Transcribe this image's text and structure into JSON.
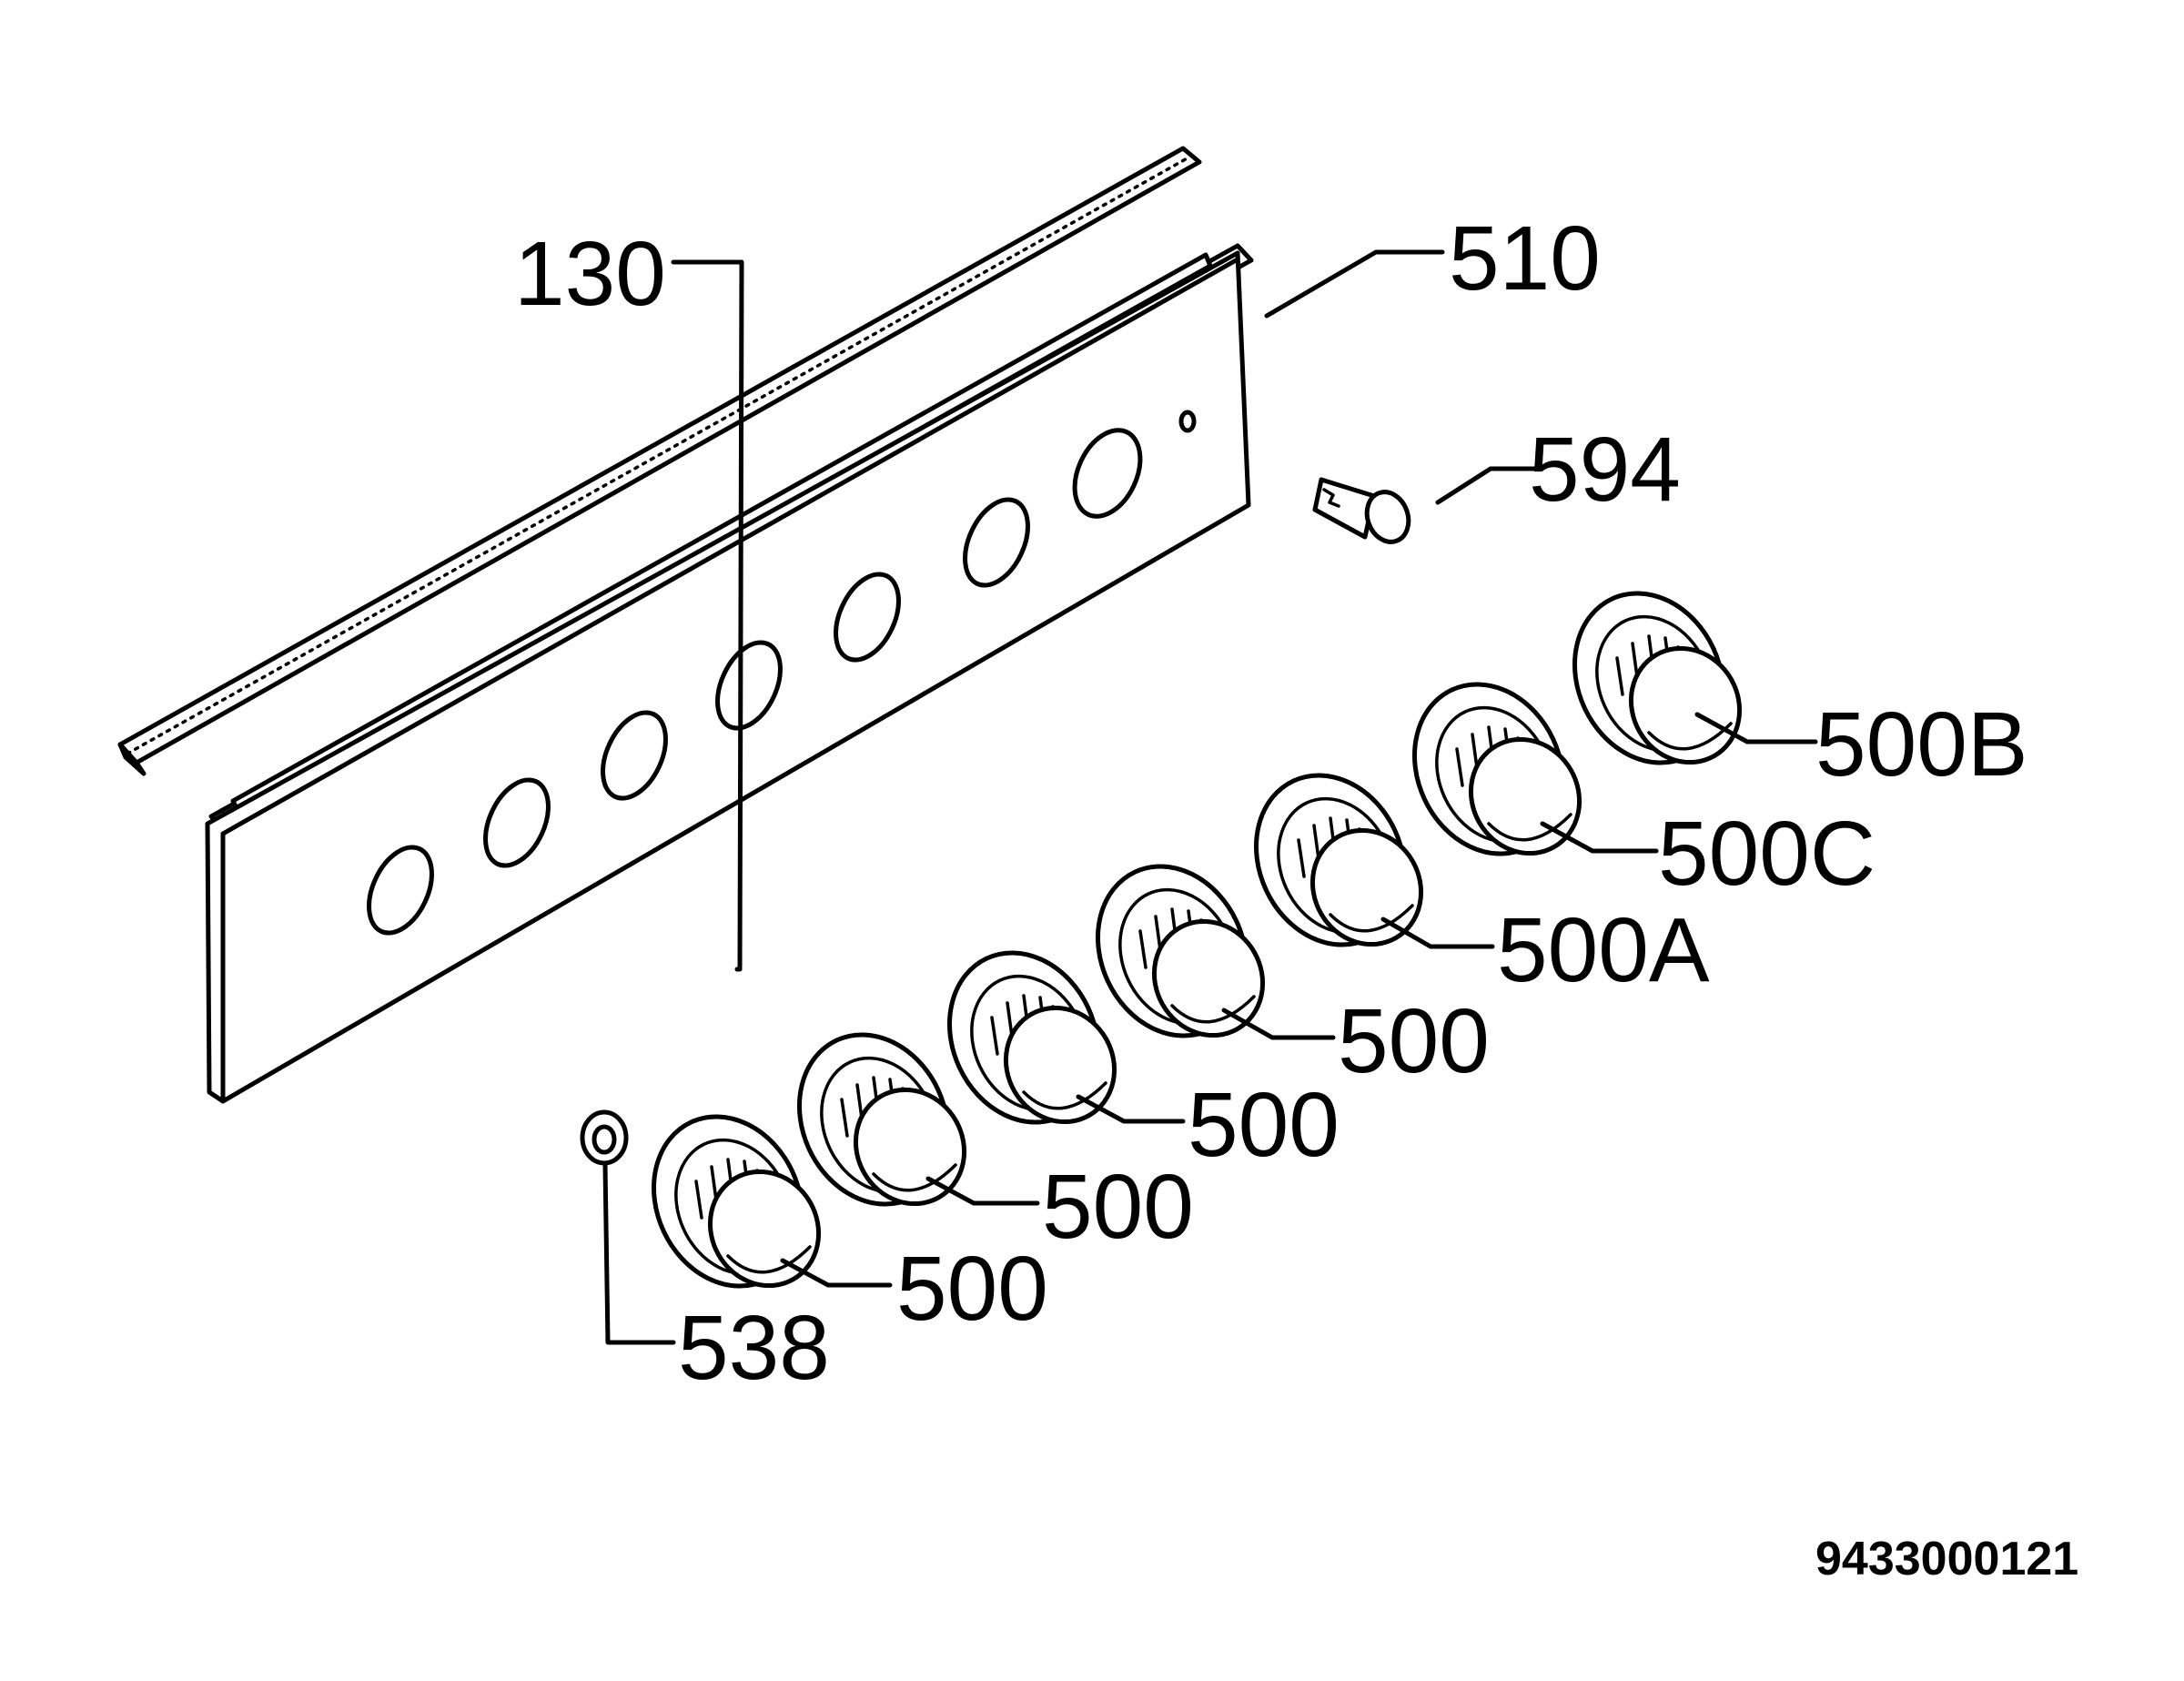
{
  "diagram": {
    "document_number": "9433000121",
    "callouts": {
      "p130": "130",
      "p510": "510",
      "p594": "594",
      "p500b": "500B",
      "p500c": "500C",
      "p500a": "500A",
      "p500_1": "500",
      "p500_2": "500",
      "p500_3": "500",
      "p500_4": "500",
      "p538": "538"
    }
  }
}
